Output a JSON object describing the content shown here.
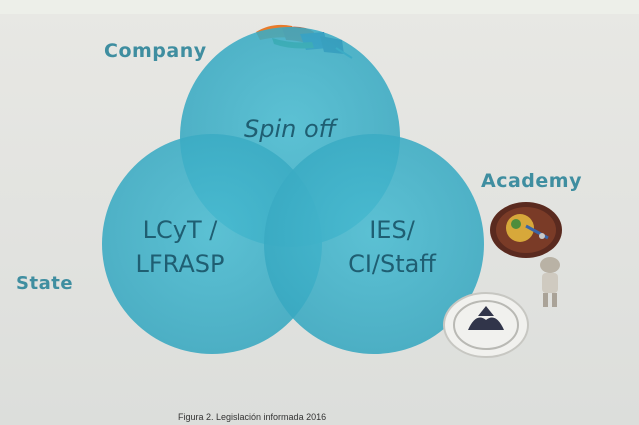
{
  "diagram": {
    "company_label": "Company",
    "academy_label": "Academy",
    "state_label": "State",
    "top_circle": "Spin off",
    "left_circle_line1": "LCyT /",
    "left_circle_line2": "LFRASP",
    "right_circle_line1": "IES/",
    "right_circle_line2": "CI/Staff",
    "caption": "Figura 2. Legislación informada 2016"
  },
  "colors": {
    "circle_fill": "#3fb0c8",
    "label_text": "#3f8ea0",
    "circle_text": "#1f5e72"
  },
  "icons": [
    "company-logo-icon",
    "academy-seal-icon",
    "figure-icon",
    "university-crest-icon"
  ]
}
